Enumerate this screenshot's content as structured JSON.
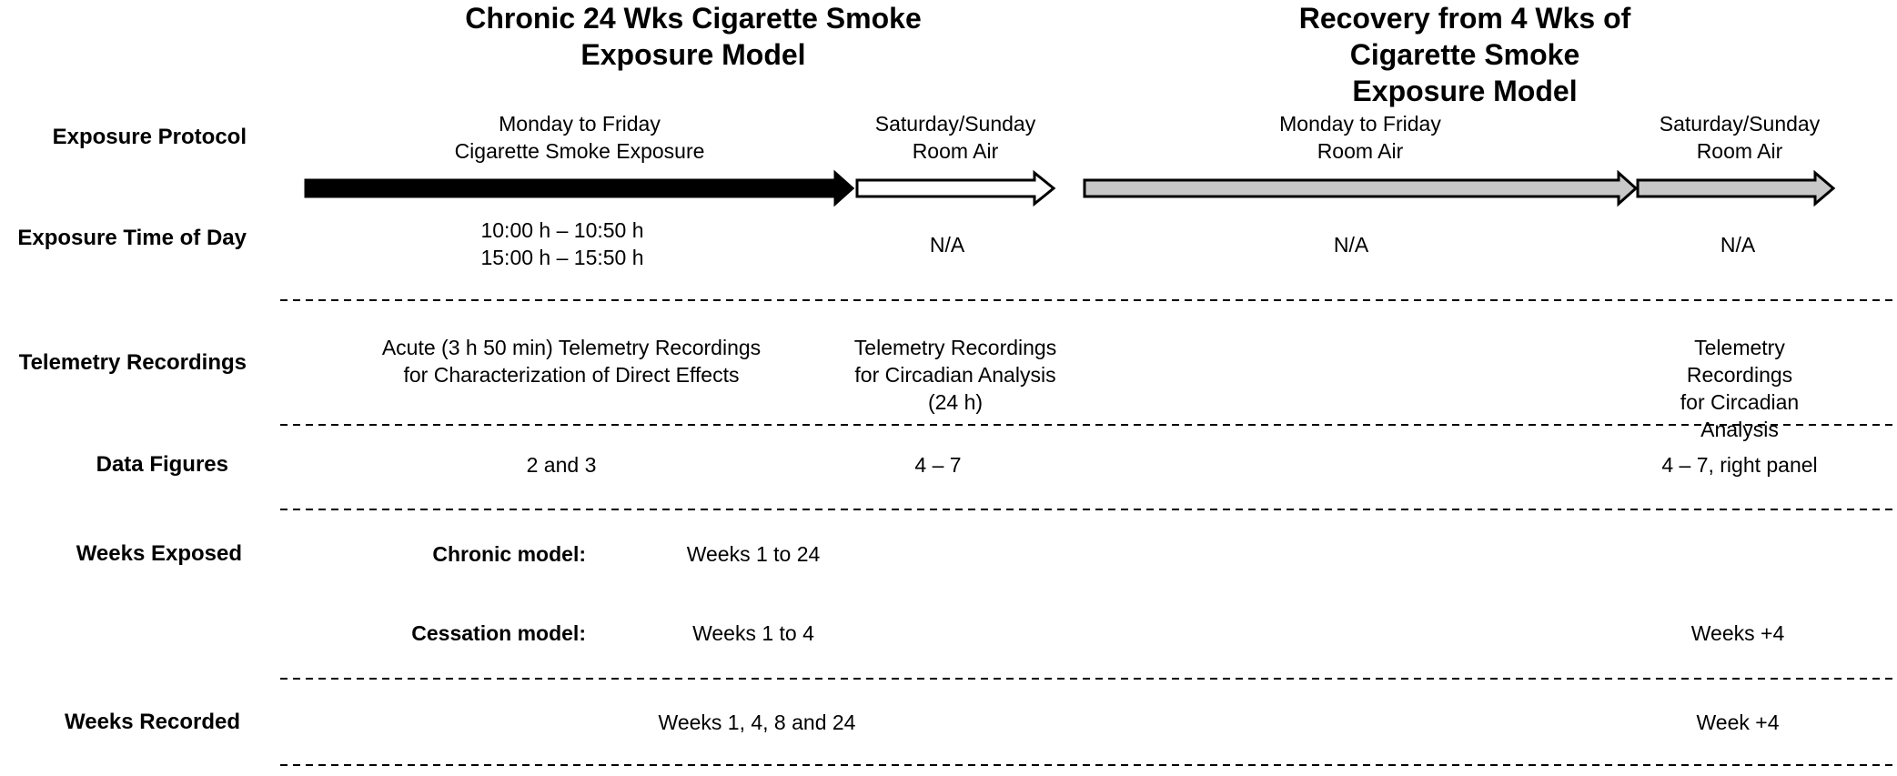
{
  "titles": {
    "left": "Chronic 24 Wks Cigarette Smoke\nExposure Model",
    "right": "Recovery from 4 Wks of Cigarette Smoke\nExposure Model"
  },
  "row_labels": {
    "exposure_protocol": "Exposure Protocol",
    "exposure_time": "Exposure Time of Day",
    "telemetry": "Telemetry Recordings",
    "data_figures": "Data Figures",
    "weeks_exposed": "Weeks Exposed",
    "weeks_recorded": "Weeks Recorded"
  },
  "protocol": {
    "col1": "Monday to Friday\nCigarette Smoke Exposure",
    "col2": "Saturday/Sunday\nRoom Air",
    "col3": "Monday to Friday\nRoom Air",
    "col4": "Saturday/Sunday\nRoom Air"
  },
  "arrows": {
    "smoke_color": "#000000",
    "room_air_weekend_color": "#ffffff",
    "recovery_color": "#c8c8c8"
  },
  "exposure_time": {
    "col1": "10:00 h – 10:50 h\n15:00 h – 15:50 h",
    "col2": "N/A",
    "col3": "N/A",
    "col4": "N/A"
  },
  "telemetry": {
    "col1": "Acute (3 h 50 min) Telemetry Recordings\nfor Characterization of Direct Effects",
    "col2": "Telemetry Recordings\nfor Circadian Analysis\n(24 h)",
    "col4": "Telemetry Recordings\nfor Circadian Analysis"
  },
  "data_figures": {
    "col1": "2 and 3",
    "col2": "4 – 7",
    "col4": "4 – 7, right panel"
  },
  "weeks_exposed": {
    "chronic_label": "Chronic model:",
    "chronic_value": "Weeks 1 to 24",
    "cessation_label": "Cessation model:",
    "cessation_value": "Weeks 1 to 4",
    "cessation_recovery": "Weeks +4"
  },
  "weeks_recorded": {
    "col1": "Weeks 1, 4, 8 and 24",
    "col4": "Week +4"
  }
}
